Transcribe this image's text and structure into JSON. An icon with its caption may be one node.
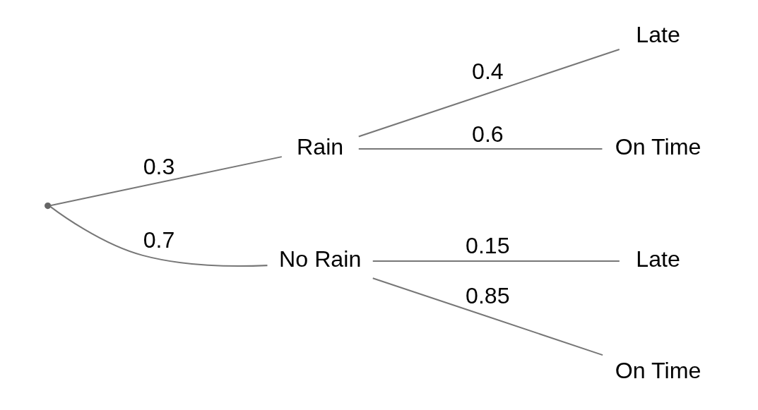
{
  "diagram": {
    "nodes": [
      {
        "text": [],
        "shape": "point"
      },
      {
        "text": [
          "Rain"
        ]
      },
      {
        "text": [
          "No Rain"
        ]
      },
      {
        "text": [
          "Late"
        ]
      },
      {
        "text": [
          "On Time"
        ]
      },
      {
        "text": [
          "Late"
        ]
      },
      {
        "text": [
          "On Time"
        ]
      }
    ],
    "edges": [
      {
        "from": 0,
        "to": 1,
        "arrow": "none",
        "label": "0.3"
      },
      {
        "from": 0,
        "to": 2,
        "arrow": "none",
        "label": "0.7"
      },
      {
        "from": 1,
        "to": 3,
        "arrow": "none",
        "label": "0.4"
      },
      {
        "from": 1,
        "to": 4,
        "arrow": "none",
        "label": "0.6"
      },
      {
        "from": 2,
        "to": 5,
        "arrow": "none",
        "label": "0.15"
      },
      {
        "from": 2,
        "to": 6,
        "arrow": "none",
        "label": "0.85"
      }
    ]
  }
}
